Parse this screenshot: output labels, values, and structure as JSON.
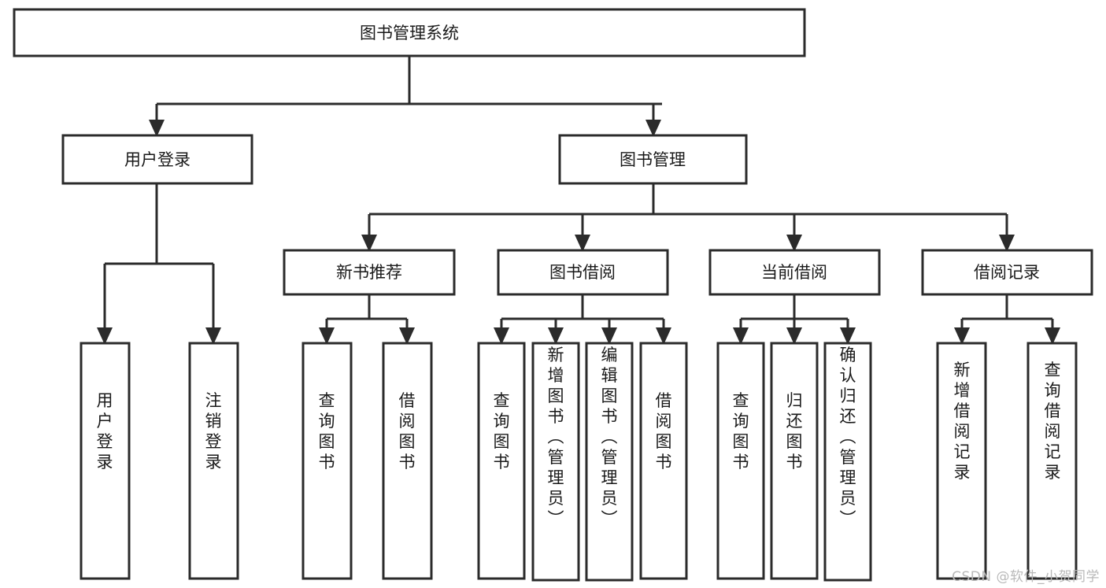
{
  "diagram": {
    "title": "图书管理系统",
    "type": "tree-hierarchy",
    "watermark": "CSDN @软件_小贺同学",
    "colors": {
      "background": "#ffffff",
      "box_stroke": "#2b2b2b",
      "box_fill": "#ffffff",
      "text": "#1a1a1a",
      "watermark": "#b9b9b9"
    },
    "levels": [
      {
        "level": 1,
        "nodes": [
          {
            "id": "root",
            "label": "图书管理系统",
            "orientation": "horizontal"
          }
        ]
      },
      {
        "level": 2,
        "nodes": [
          {
            "id": "user-login",
            "label": "用户登录",
            "orientation": "horizontal",
            "parent": "root"
          },
          {
            "id": "book-manage",
            "label": "图书管理",
            "orientation": "horizontal",
            "parent": "root"
          }
        ]
      },
      {
        "level": 3,
        "nodes": [
          {
            "id": "new-book-rec",
            "label": "新书推荐",
            "orientation": "horizontal",
            "parent": "book-manage"
          },
          {
            "id": "book-borrow",
            "label": "图书借阅",
            "orientation": "horizontal",
            "parent": "book-manage"
          },
          {
            "id": "current-borrow",
            "label": "当前借阅",
            "orientation": "horizontal",
            "parent": "book-manage"
          },
          {
            "id": "borrow-record",
            "label": "借阅记录",
            "orientation": "horizontal",
            "parent": "book-manage"
          }
        ]
      },
      {
        "level": 4,
        "nodes": [
          {
            "id": "leaf-user-login",
            "label": "用户登录",
            "orientation": "vertical",
            "parent": "user-login"
          },
          {
            "id": "leaf-logout",
            "label": "注销登录",
            "orientation": "vertical",
            "parent": "user-login"
          },
          {
            "id": "leaf-query-book-1",
            "label": "查询图书",
            "orientation": "vertical",
            "parent": "new-book-rec"
          },
          {
            "id": "leaf-borrow-book-1",
            "label": "借阅图书",
            "orientation": "vertical",
            "parent": "new-book-rec"
          },
          {
            "id": "leaf-query-book-2",
            "label": "查询图书",
            "orientation": "vertical",
            "parent": "book-borrow"
          },
          {
            "id": "leaf-add-book",
            "label": "新增图书（管理员）",
            "orientation": "vertical",
            "parent": "book-borrow"
          },
          {
            "id": "leaf-edit-book",
            "label": "编辑图书（管理员）",
            "orientation": "vertical",
            "parent": "book-borrow"
          },
          {
            "id": "leaf-borrow-book-2",
            "label": "借阅图书",
            "orientation": "vertical",
            "parent": "book-borrow"
          },
          {
            "id": "leaf-query-book-3",
            "label": "查询图书",
            "orientation": "vertical",
            "parent": "current-borrow"
          },
          {
            "id": "leaf-return-book",
            "label": "归还图书",
            "orientation": "vertical",
            "parent": "current-borrow"
          },
          {
            "id": "leaf-confirm-return",
            "label": "确认归还（管理员）",
            "orientation": "vertical",
            "parent": "current-borrow"
          },
          {
            "id": "leaf-add-record",
            "label": "新增借阅记录",
            "orientation": "vertical",
            "parent": "borrow-record"
          },
          {
            "id": "leaf-query-record",
            "label": "查询借阅记录",
            "orientation": "vertical",
            "parent": "borrow-record"
          }
        ]
      }
    ]
  }
}
